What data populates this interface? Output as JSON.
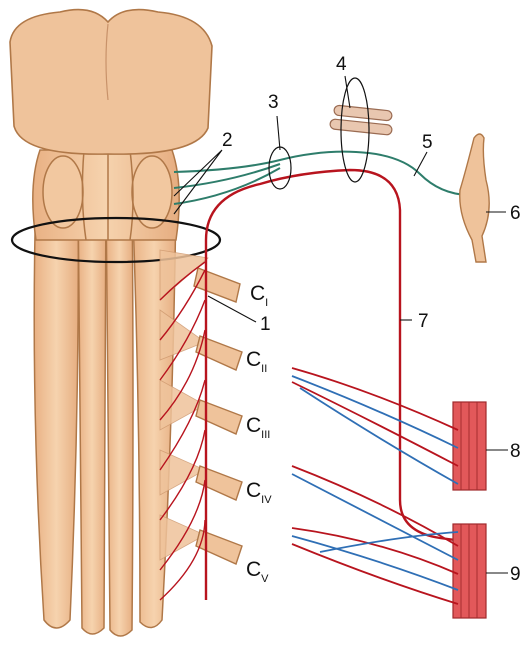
{
  "labels": {
    "n1": "1",
    "n2": "2",
    "n3": "3",
    "n4": "4",
    "n5": "5",
    "n6": "6",
    "n7": "7",
    "n8": "8",
    "n9": "9"
  },
  "cervical": [
    {
      "letter": "C",
      "sub": "I"
    },
    {
      "letter": "C",
      "sub": "II"
    },
    {
      "letter": "C",
      "sub": "III"
    },
    {
      "letter": "C",
      "sub": "IV"
    },
    {
      "letter": "C",
      "sub": "V"
    }
  ],
  "colors": {
    "tissue": "#f0c69c",
    "tissue_edge": "#b07848",
    "motor": "#b8141e",
    "sensory": "#2f6fb5",
    "green": "#2e7d6b",
    "muscle": "#e2585a",
    "bone": "#e9c7b0"
  }
}
